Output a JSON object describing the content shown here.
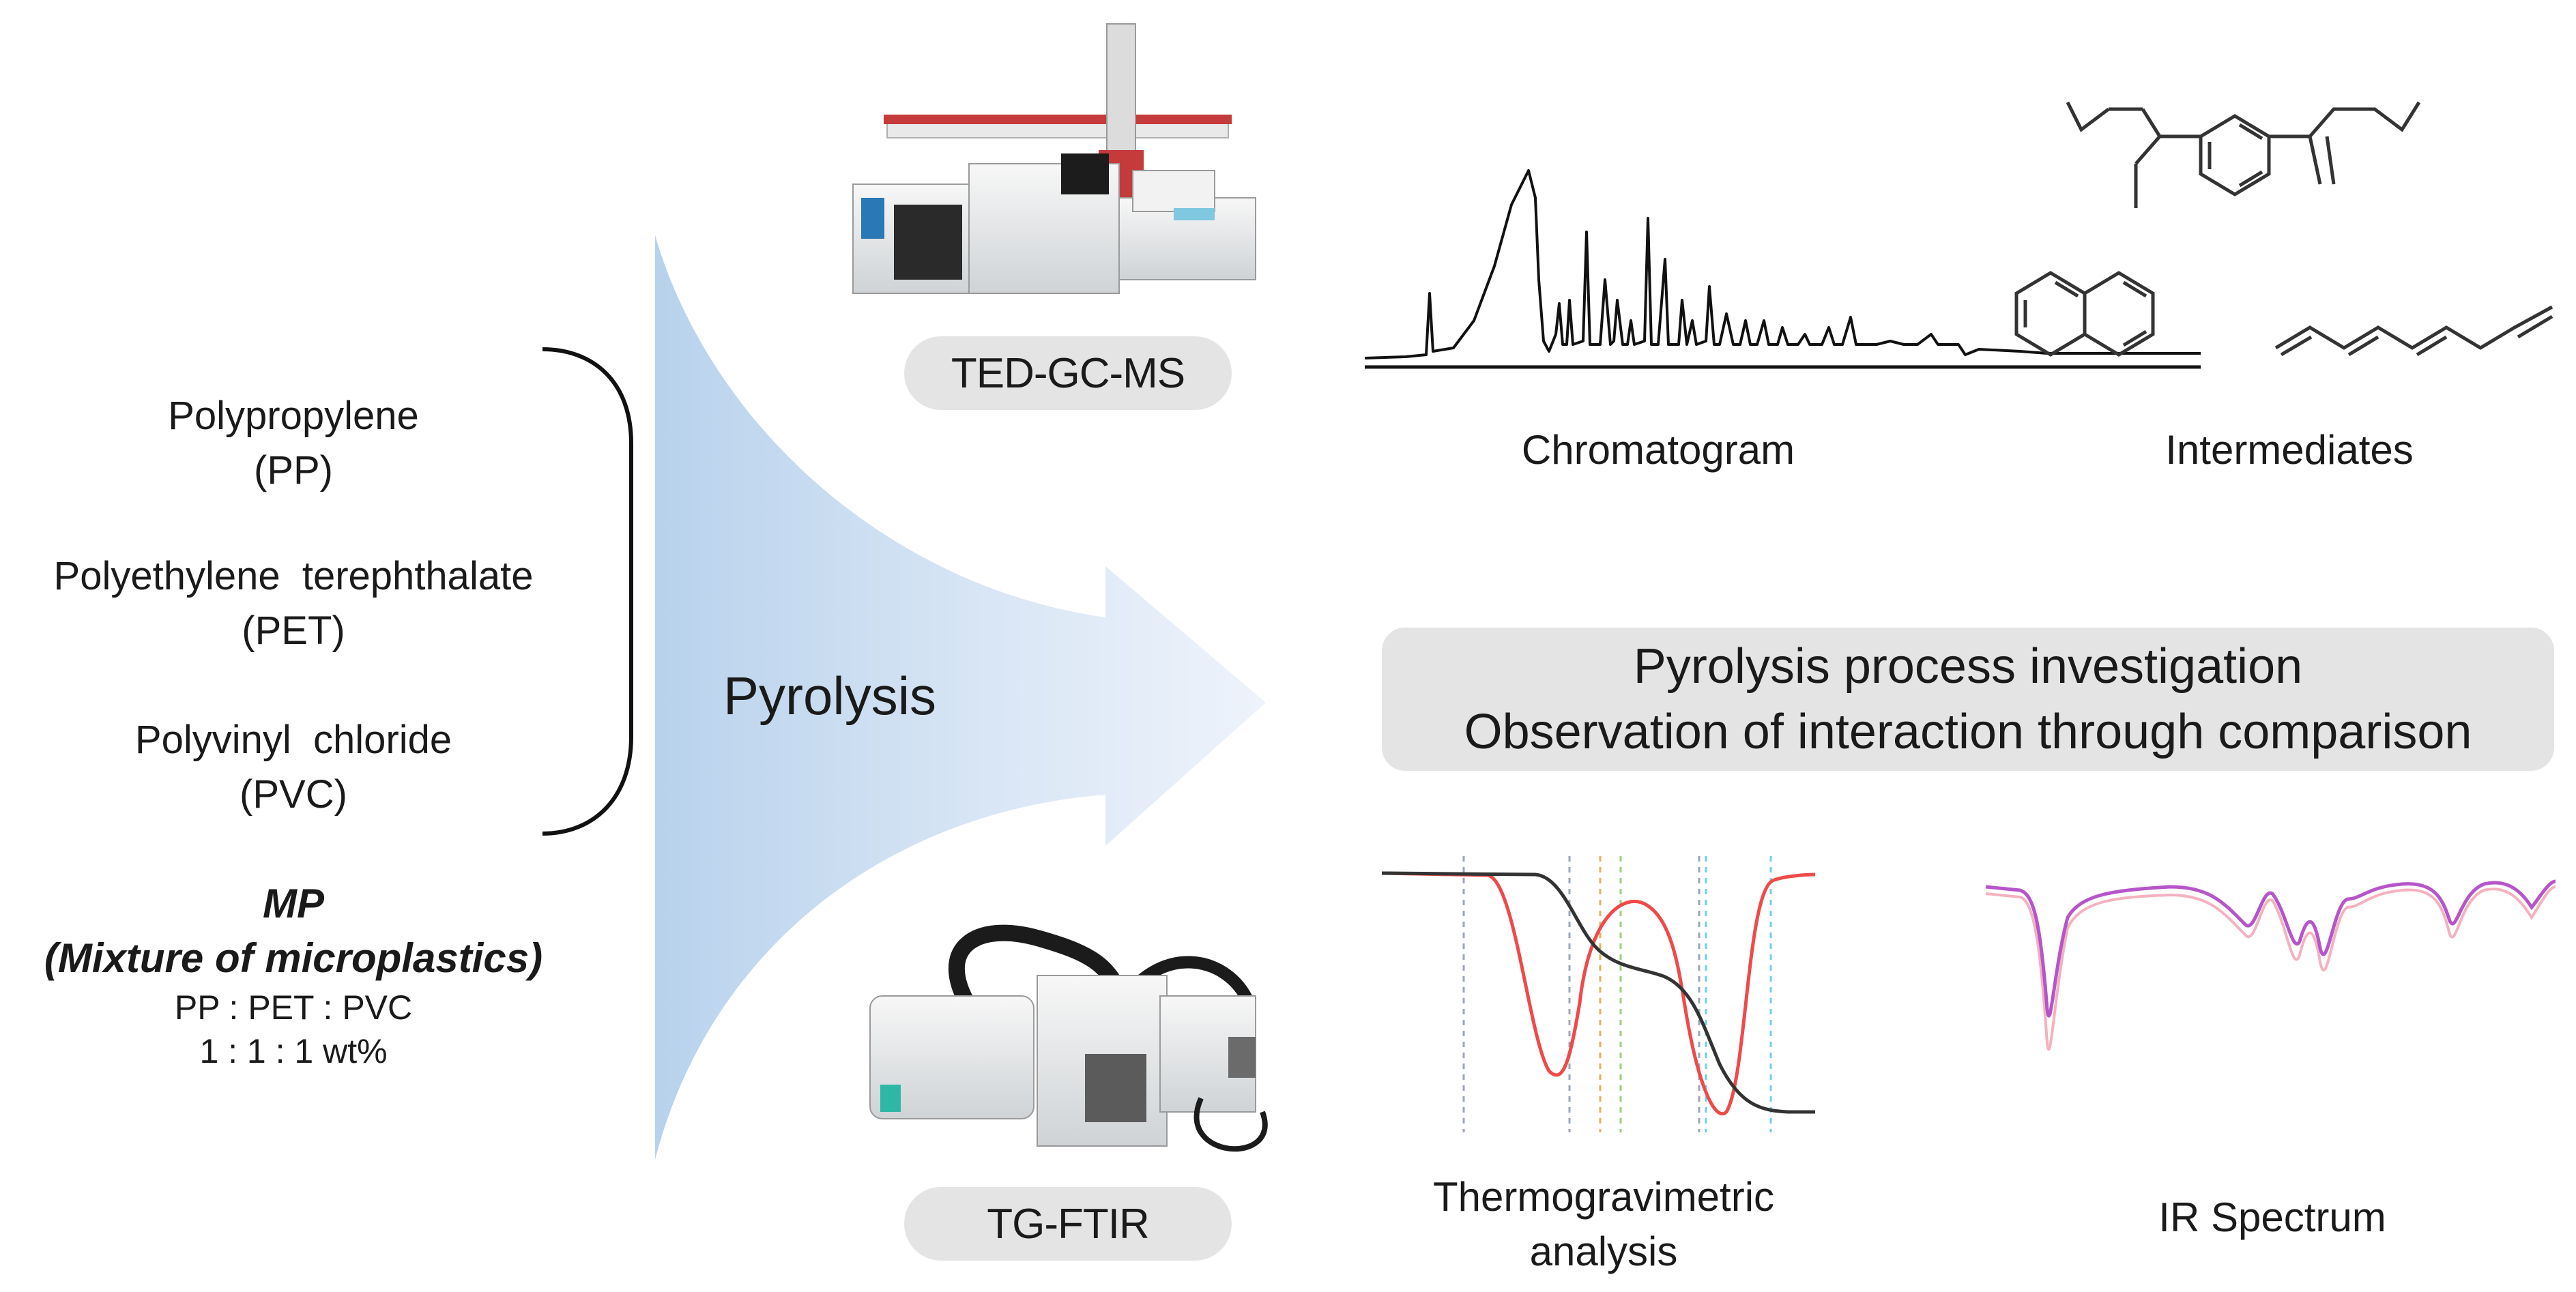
{
  "polymers": [
    {
      "name": "Polypropylene",
      "abbr": "(PP)"
    },
    {
      "name": "Polyethylene  terephthalate",
      "abbr": "(PET)"
    },
    {
      "name": "Polyvinyl  chloride",
      "abbr": "(PVC)"
    }
  ],
  "mixture": {
    "title": "MP",
    "subtitle": "(Mixture of microplastics)",
    "ratio_label": "PP : PET : PVC",
    "ratio_value": "1 : 1 : 1 wt%"
  },
  "process_label": "Pyrolysis",
  "instruments": {
    "top": "TED-GC-MS",
    "bottom": "TG-FTIR"
  },
  "outputs": {
    "chromatogram": "Chromatogram",
    "intermediates": "Intermediates",
    "tga": [
      "Thermogravimetric",
      "analysis"
    ],
    "ir": "IR Spectrum"
  },
  "banner": {
    "line1": "Pyrolysis process investigation",
    "line2": "Observation of interaction through comparison"
  },
  "colors": {
    "arrow_light": "#eef3fb",
    "arrow_dark": "#b9d3ec",
    "banner_bg": "#e4e4e4",
    "tga_red": "#ef4a4a",
    "ir_purple": "#b655c9"
  }
}
